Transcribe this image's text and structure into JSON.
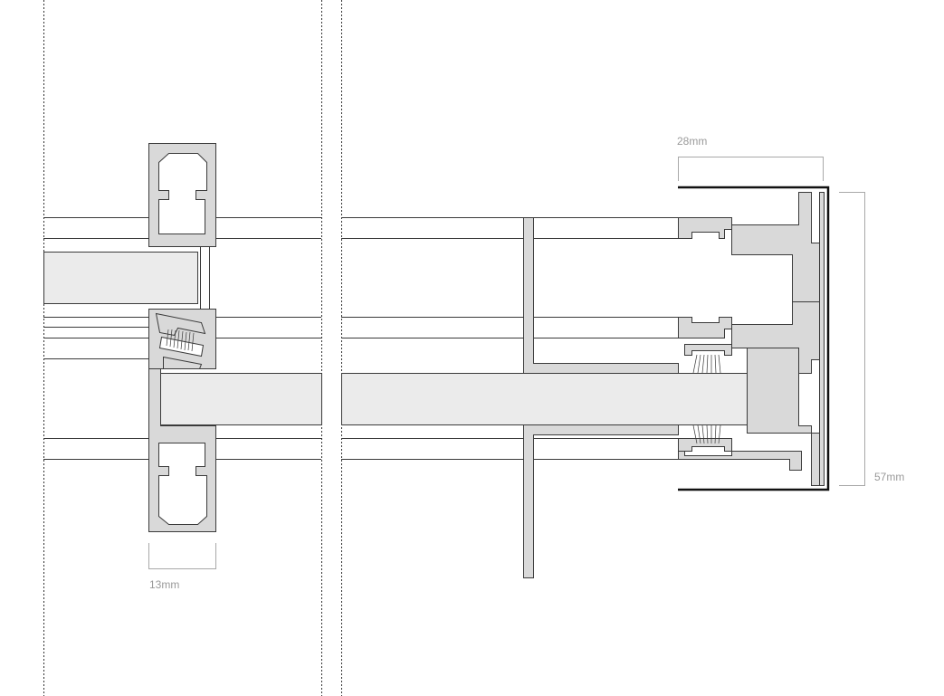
{
  "drawing": {
    "dimensions": {
      "profile_width": "13mm",
      "frame_depth": "28mm",
      "frame_height": "57mm"
    },
    "colors": {
      "profile_fill": "#d9d9d9",
      "glass_fill": "#ebebeb",
      "outline": "#3a3a3a",
      "dimension_line": "#a8a8a8",
      "frame_edge": "#111111",
      "background": "#ffffff"
    }
  }
}
